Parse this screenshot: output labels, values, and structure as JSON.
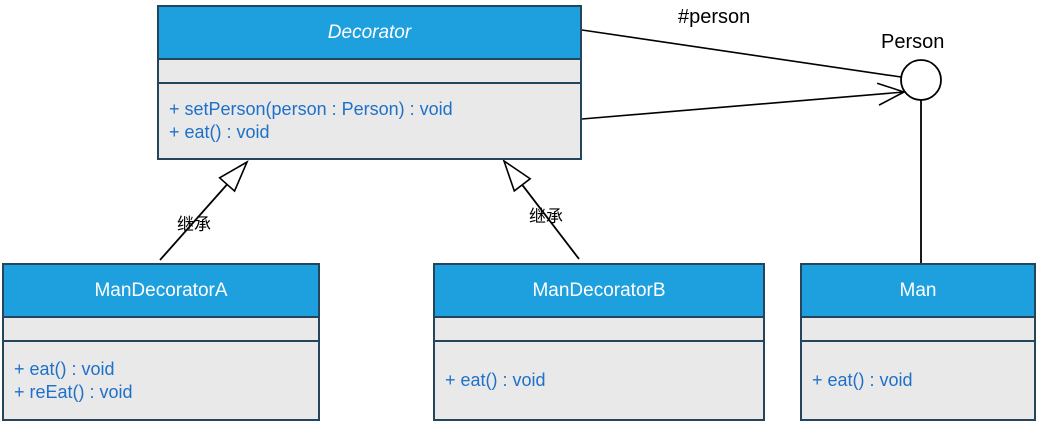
{
  "diagram": {
    "title_hint": "Decorator pattern UML class diagram",
    "classes": {
      "decorator": {
        "name": "Decorator",
        "abstract": true,
        "attributes": [],
        "methods": [
          "+ setPerson(person : Person) : void",
          "+ eat() : void"
        ]
      },
      "manDecoratorA": {
        "name": "ManDecoratorA",
        "abstract": false,
        "attributes": [],
        "methods": [
          "+ eat() : void",
          "+ reEat() : void"
        ]
      },
      "manDecoratorB": {
        "name": "ManDecoratorB",
        "abstract": false,
        "attributes": [],
        "methods": [
          "+ eat() : void"
        ]
      },
      "man": {
        "name": "Man",
        "abstract": false,
        "attributes": [],
        "methods": [
          "+ eat() : void"
        ]
      }
    },
    "interface_lollipop": {
      "name": "Person"
    },
    "edges": {
      "association_label": "#person",
      "inheritance_a_label": "继承",
      "inheritance_b_label": "继承"
    },
    "colors": {
      "class_header_fill": "#1E9FDE",
      "class_border": "#25455D",
      "class_section_fill": "#E9E9E9",
      "method_text": "#1F70C8",
      "title_text": "#FFFFFF",
      "line": "#000000",
      "background": "#FFFFFF"
    }
  }
}
